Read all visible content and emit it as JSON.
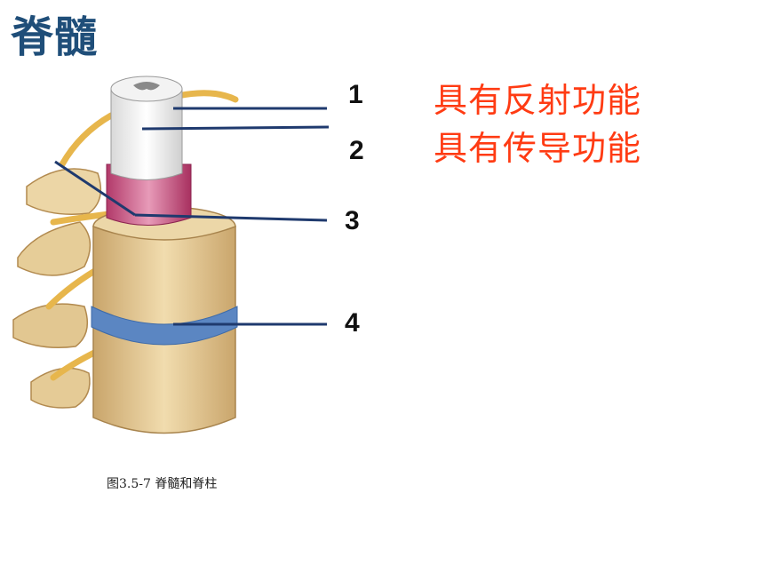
{
  "title": "脊髓",
  "labels": [
    "1",
    "2",
    "3",
    "4"
  ],
  "functions": [
    "具有反射功能",
    "具有传导功能"
  ],
  "caption": "图3.5-7   脊髓和脊柱",
  "colors": {
    "title": "#1f4e79",
    "function_text": "#ff3b13",
    "leader_line": "#1f3a6e"
  }
}
